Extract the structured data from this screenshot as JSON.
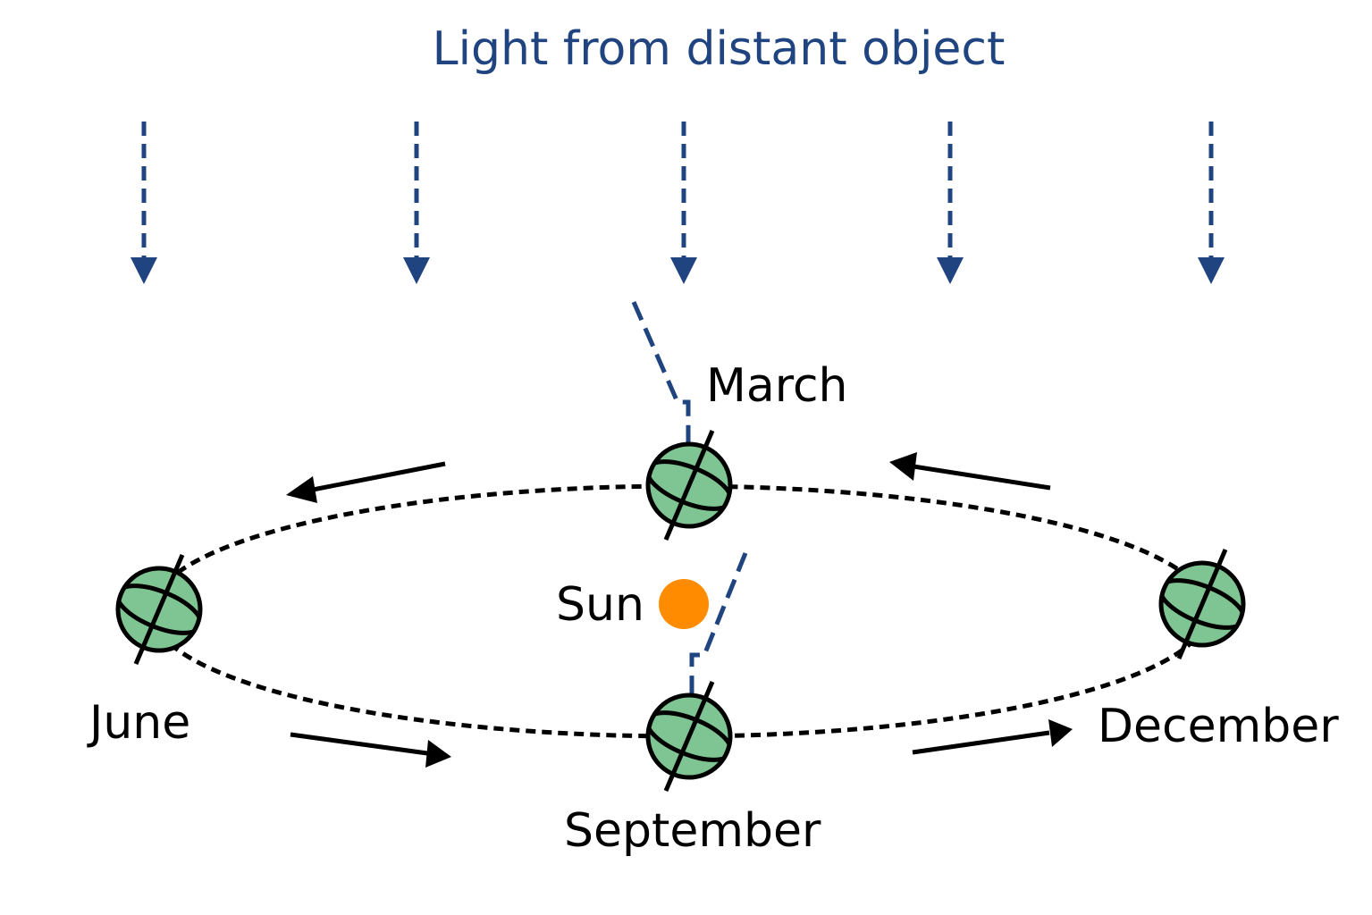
{
  "title": "Light from distant object",
  "labels": {
    "march": "March",
    "june": "June",
    "september": "September",
    "december": "December",
    "sun": "Sun"
  },
  "colors": {
    "light": "#1f4480",
    "earth_fill": "#7fc493",
    "sun": "#ff8c00",
    "orbit": "#000000",
    "arrow": "#000000"
  },
  "icons": {
    "earth": "earth-globe-icon",
    "sun": "sun-icon",
    "light_ray": "dashed-down-arrow-icon",
    "orbit_direction": "orbit-direction-arrow-icon"
  }
}
